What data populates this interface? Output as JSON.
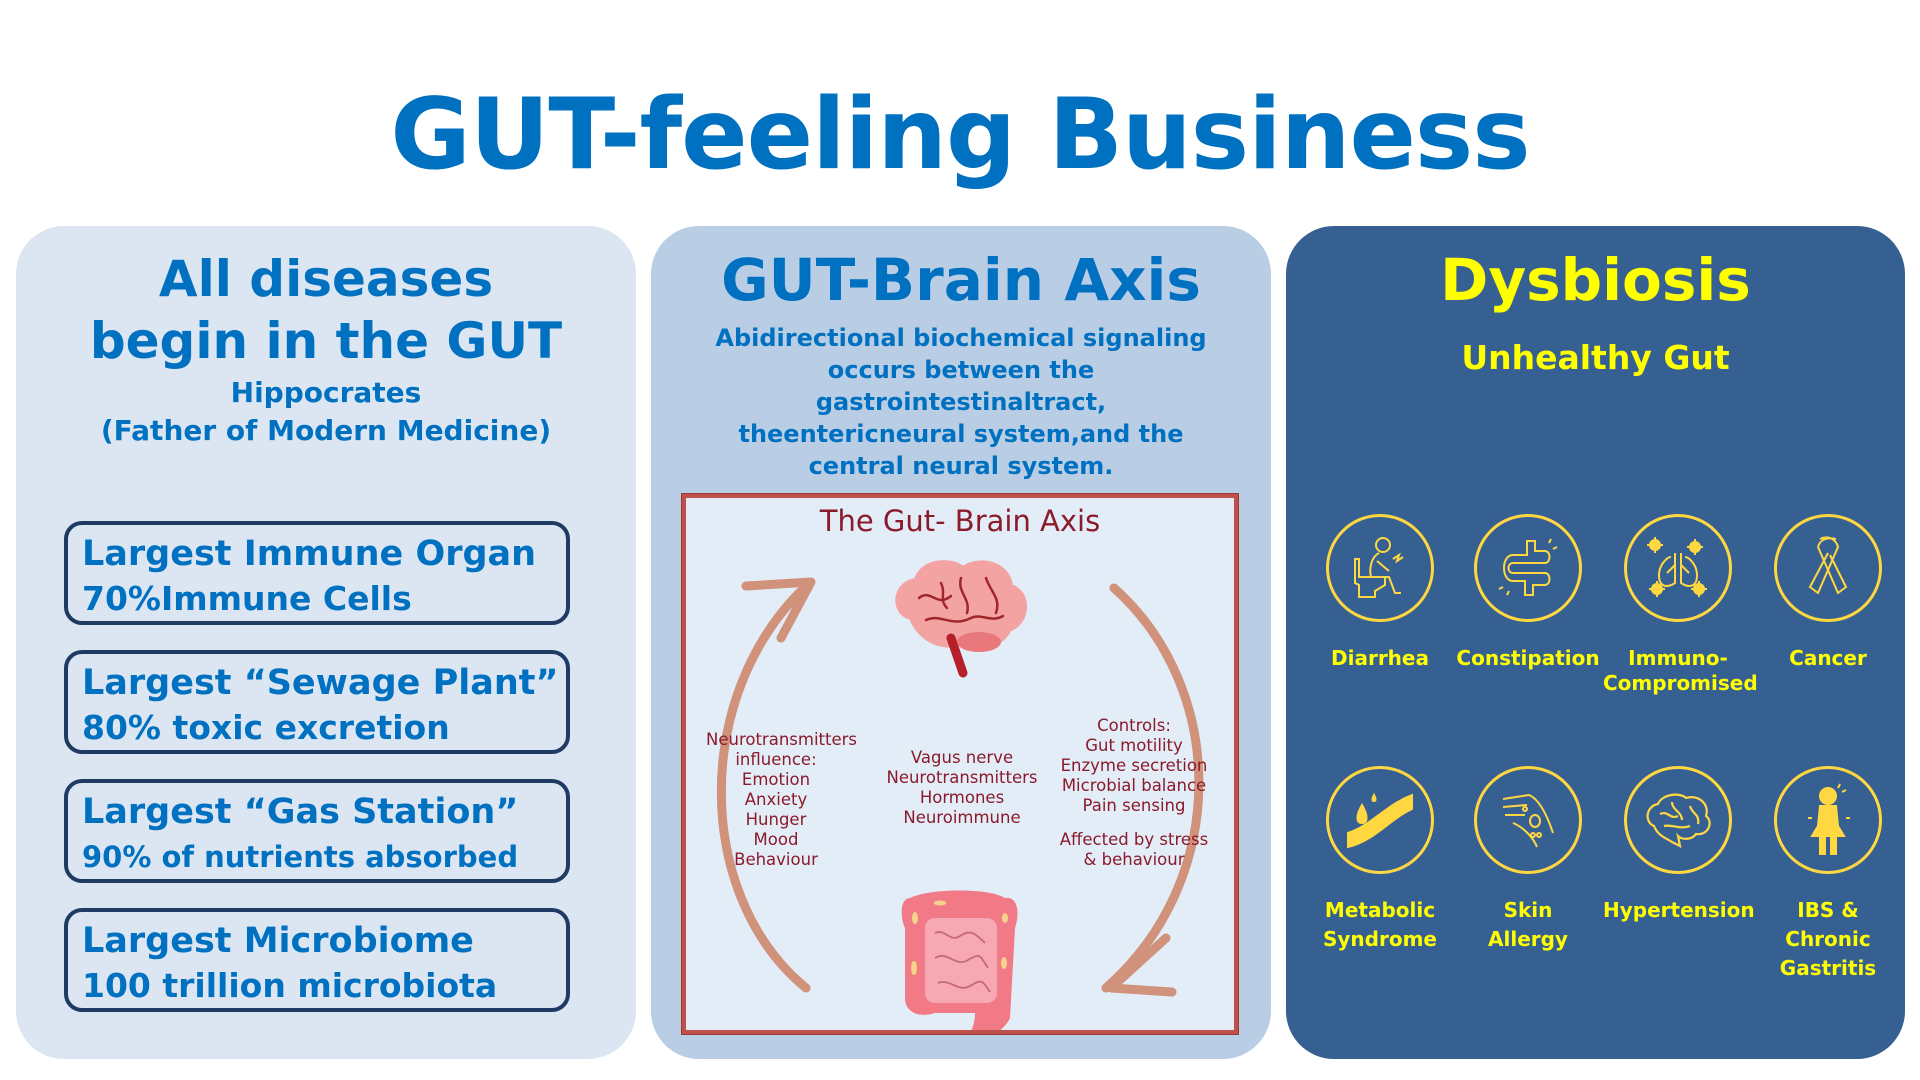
{
  "title": "GUT-feeling Business",
  "colors": {
    "accent_blue": "#0070c0",
    "yellow": "#ffff00",
    "icon_gold": "#ffd740",
    "dark_panel": "#376092",
    "diagram_text": "#8b1a2a"
  },
  "left_panel": {
    "heading_line1": "All diseases",
    "heading_line2": "begin in the GUT",
    "attribution_line1": "Hippocrates",
    "attribution_line2": "(Father of Modern Medicine)",
    "facts": [
      {
        "title": "Largest Immune Organ",
        "detail": "70%Immune Cells"
      },
      {
        "title": "Largest “Sewage Plant”",
        "detail": "80% toxic excretion"
      },
      {
        "title": "Largest “Gas Station”",
        "detail": "90% of nutrients absorbed"
      },
      {
        "title": "Largest Microbiome",
        "detail": "100 trillion microbiota"
      }
    ]
  },
  "middle_panel": {
    "title": "GUT-Brain Axis",
    "description_lines": [
      "Abidirectional biochemical signaling",
      "occurs between the",
      "gastrointestinaltract,",
      "theentericneural system,and the",
      "central neural system."
    ],
    "diagram": {
      "title": "The Gut- Brain Axis",
      "left_column": [
        "Neurotransmitters",
        "influence:",
        "Emotion",
        "Anxiety",
        "Hunger",
        "Mood",
        "Behaviour"
      ],
      "center_column": [
        "Vagus nerve",
        "Neurotransmitters",
        "Hormones",
        "Neuroimmune"
      ],
      "right_column": [
        "Controls:",
        "Gut motility",
        "Enzyme secretion",
        "Microbial balance",
        "Pain sensing"
      ],
      "right_note": [
        "Affected by stress",
        "& behaviour"
      ],
      "icons": [
        "brain-icon",
        "intestine-icon"
      ]
    }
  },
  "right_panel": {
    "title": "Dysbiosis",
    "subtitle": "Unhealthy Gut",
    "conditions": [
      {
        "icon": "toilet-person-icon",
        "lines": [
          "Diarrhea"
        ]
      },
      {
        "icon": "intestine-icon",
        "lines": [
          "Constipation"
        ]
      },
      {
        "icon": "lungs-virus-icon",
        "lines": [
          "Immuno-",
          "Compromised"
        ]
      },
      {
        "icon": "ribbon-icon",
        "lines": [
          "Cancer"
        ]
      },
      {
        "icon": "blood-vessel-icon",
        "lines": [
          "Metabolic",
          "Syndrome"
        ]
      },
      {
        "icon": "hand-rash-icon",
        "lines": [
          "Skin",
          "Allergy"
        ]
      },
      {
        "icon": "brain-icon",
        "lines": [
          "Hypertension"
        ]
      },
      {
        "icon": "stomach-pain-person-icon",
        "lines": [
          "IBS &",
          "Chronic",
          "Gastritis"
        ]
      }
    ]
  }
}
